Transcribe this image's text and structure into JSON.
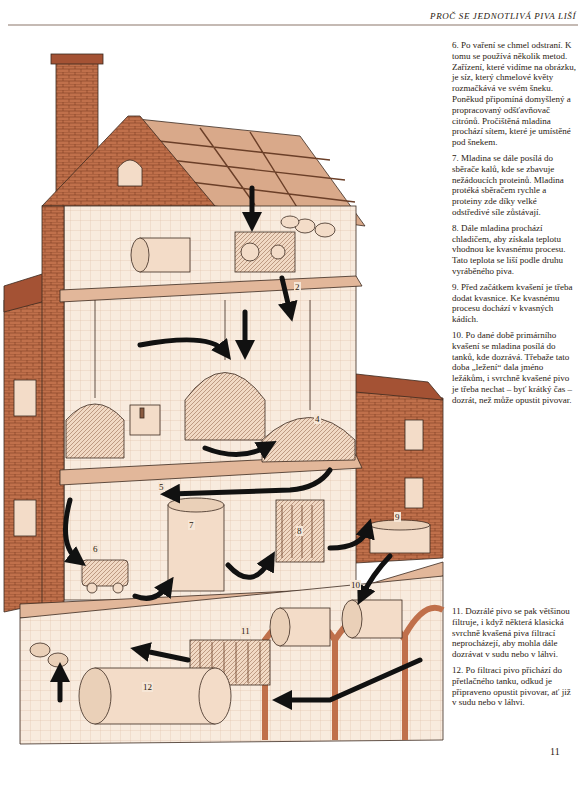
{
  "diagram": {
    "title": "PROČ SE JEDNOTLIVÁ PIVA LIŠÍ",
    "labels": [
      "6. Po vaření se chmel odstraní. K tomu se používá několik metod. Zařízení, které vidíme na obrázku, je síz, který chmelové květy rozmačkává ve svém šneku. Poněkud připomíná domyšlený a propracovaný odšťavňovač citrónů. Pročištěná mladina prochází sítem, které je umístěné pod šnekem.",
      "7. Mladina se dále posílá do sběrače kalů, kde se zbavuje nežádoucích proteinů. Mladina protéká sběračem rychle a proteiny zde díky velké odstředivé síle zůstávají.",
      "8. Dále mladina prochází chladičem, aby získala teplotu vhodnou ke kvasnému procesu. Tato teplota se liší podle druhu vyráběného piva.",
      "9. Před začátkem kvašení je třeba dodat kvasnice. Ke kvasnému procesu dochází v kvasných kádích.",
      "10. Po dané době primárního kvašení se mladina posílá do tanků, kde dozrává. Třebaže tato doba „ležení“ dala jméno ležákům, i svrchně kvašené pivo je třeba nechat – byť krátký čas – dozrát, než může opustit pivovar.",
      "11. Dozrálé pivo se pak většinou filtruje, i když některá klasická svrchně kvašená piva filtrací neprocházejí, aby mohla dále dozrávat v sudu nebo v láhvi.",
      "12. Po filtraci pivo přichází do přetlačného tanku, odkud je připraveno opustit pivovar, ať již v sudu nebo v láhvi.",
      "11",
      "2",
      "4",
      "5",
      "6",
      "7",
      "8",
      "9",
      "10",
      "11",
      "12"
    ]
  }
}
